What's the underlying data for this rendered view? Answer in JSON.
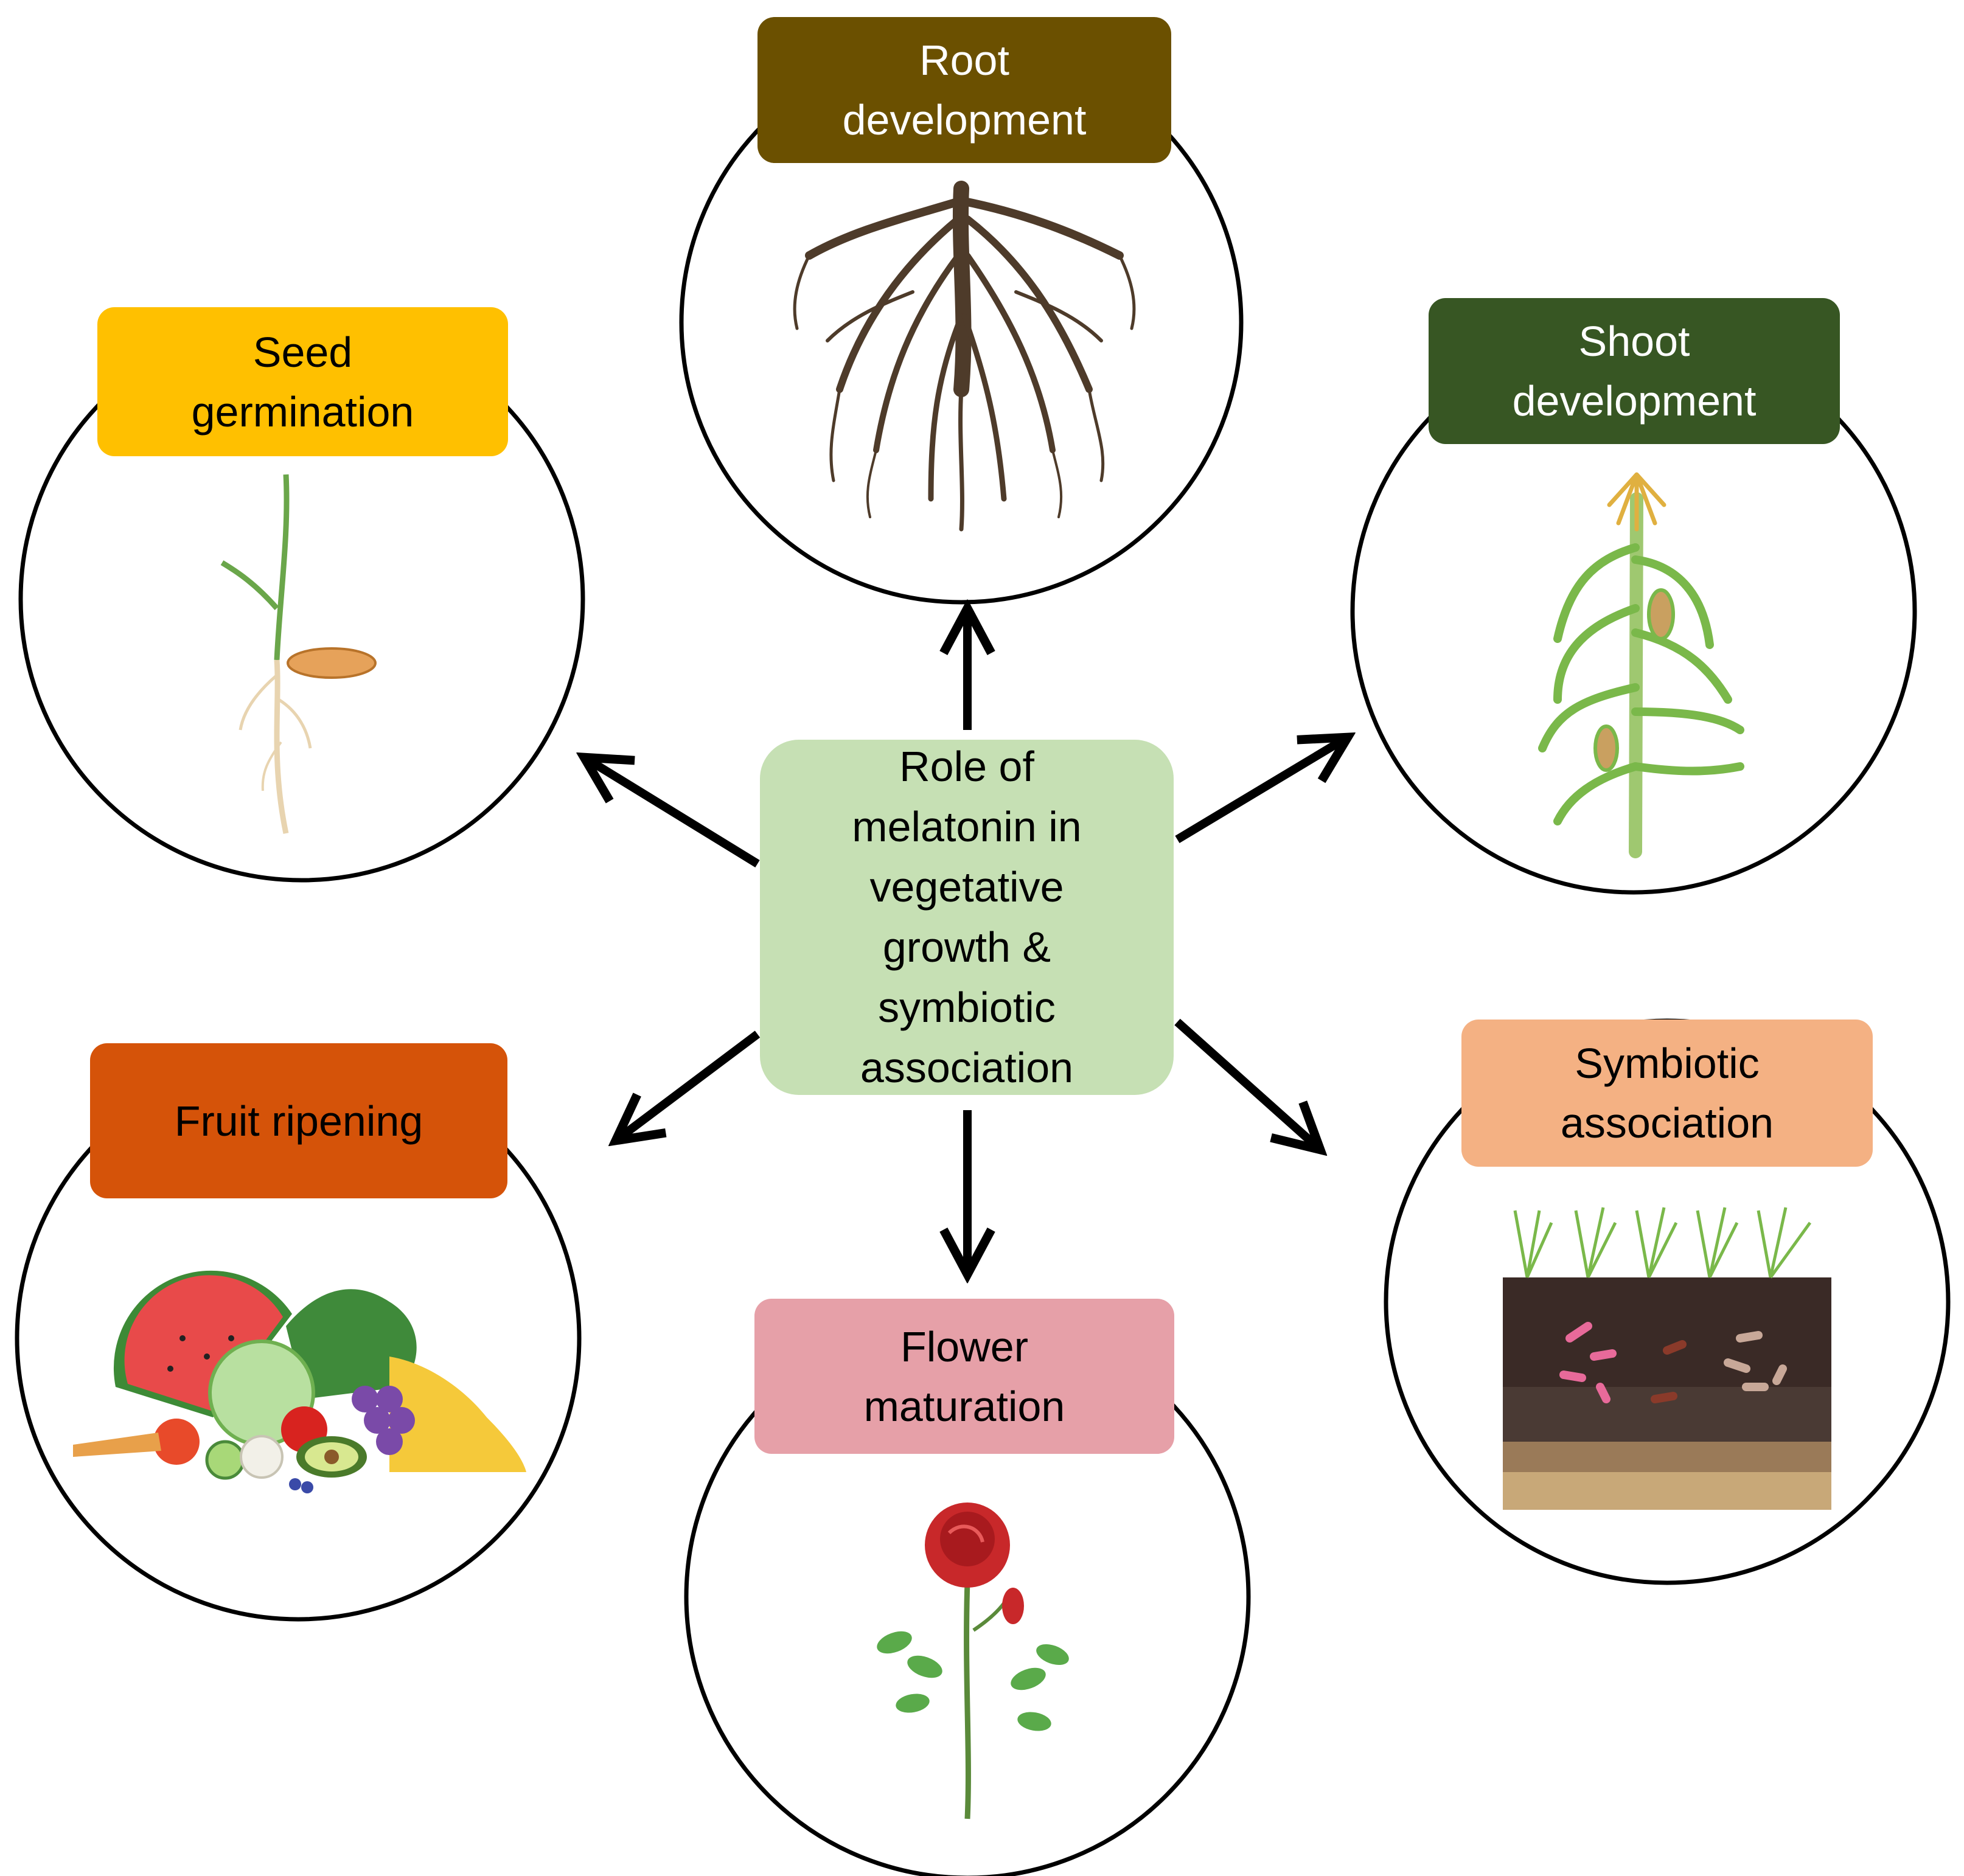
{
  "colors": {
    "root": "#6b5000",
    "seed": "#ffc000",
    "shoot": "#375623",
    "fruit": "#d55309",
    "flower": "#e6a0a8",
    "symbiotic": "#f4b183",
    "center": "#c6e0b4",
    "arrow": "#000000"
  },
  "center": {
    "lines": [
      "Role of",
      "melatonin in",
      "vegetative",
      "growth &",
      "symbiotic",
      "association"
    ]
  },
  "nodes": {
    "root": {
      "lines": [
        "Root",
        "development"
      ],
      "icon": "root-system-icon"
    },
    "seed": {
      "lines": [
        "Seed",
        "germination"
      ],
      "icon": "seedling-icon"
    },
    "shoot": {
      "lines": [
        "Shoot",
        "development"
      ],
      "icon": "corn-plant-icon"
    },
    "fruit": {
      "lines": [
        "Fruit ripening"
      ],
      "icon": "fruit-vegetable-pile-icon"
    },
    "flower": {
      "lines": [
        "Flower",
        "maturation"
      ],
      "icon": "rose-icon"
    },
    "symbiotic": {
      "lines": [
        "Symbiotic",
        "association"
      ],
      "icon": "soil-bacteria-icon"
    }
  }
}
